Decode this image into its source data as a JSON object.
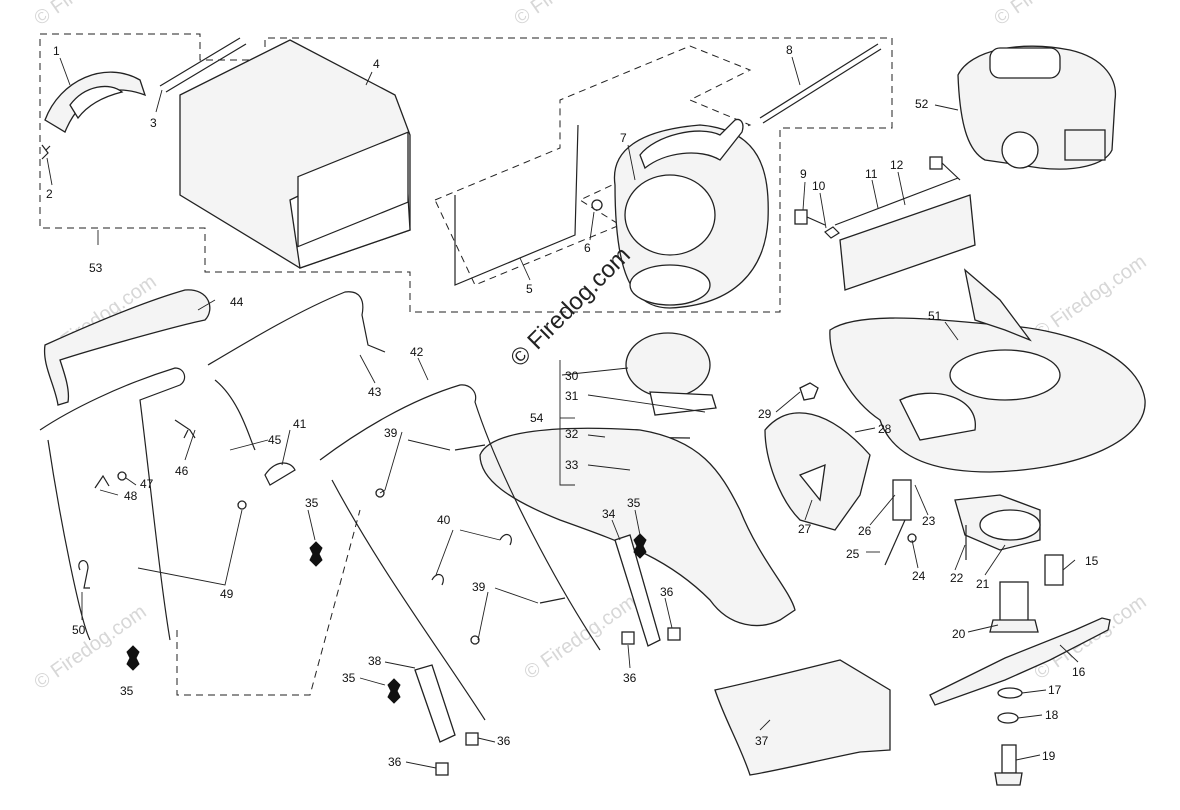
{
  "watermark": {
    "center": "© Firedog.com",
    "tile": "© Firedog.com"
  },
  "parts": [
    {
      "id": "1",
      "label": "1"
    },
    {
      "id": "2",
      "label": "2"
    },
    {
      "id": "3",
      "label": "3"
    },
    {
      "id": "4",
      "label": "4"
    },
    {
      "id": "5",
      "label": "5"
    },
    {
      "id": "6",
      "label": "6"
    },
    {
      "id": "7",
      "label": "7"
    },
    {
      "id": "8",
      "label": "8"
    },
    {
      "id": "9",
      "label": "9"
    },
    {
      "id": "10",
      "label": "10"
    },
    {
      "id": "11",
      "label": "11"
    },
    {
      "id": "12",
      "label": "12"
    },
    {
      "id": "15",
      "label": "15"
    },
    {
      "id": "16",
      "label": "16"
    },
    {
      "id": "17",
      "label": "17"
    },
    {
      "id": "18",
      "label": "18"
    },
    {
      "id": "19",
      "label": "19"
    },
    {
      "id": "20",
      "label": "20"
    },
    {
      "id": "21",
      "label": "21"
    },
    {
      "id": "22",
      "label": "22"
    },
    {
      "id": "23",
      "label": "23"
    },
    {
      "id": "24",
      "label": "24"
    },
    {
      "id": "25",
      "label": "25"
    },
    {
      "id": "26",
      "label": "26"
    },
    {
      "id": "27",
      "label": "27"
    },
    {
      "id": "28",
      "label": "28"
    },
    {
      "id": "29",
      "label": "29"
    },
    {
      "id": "30",
      "label": "30"
    },
    {
      "id": "31",
      "label": "31"
    },
    {
      "id": "32",
      "label": "32"
    },
    {
      "id": "33",
      "label": "33"
    },
    {
      "id": "34",
      "label": "34"
    },
    {
      "id": "35a",
      "label": "35"
    },
    {
      "id": "35b",
      "label": "35"
    },
    {
      "id": "35c",
      "label": "35"
    },
    {
      "id": "35d",
      "label": "35"
    },
    {
      "id": "36a",
      "label": "36"
    },
    {
      "id": "36b",
      "label": "36"
    },
    {
      "id": "36c",
      "label": "36"
    },
    {
      "id": "36d",
      "label": "36"
    },
    {
      "id": "37",
      "label": "37"
    },
    {
      "id": "38",
      "label": "38"
    },
    {
      "id": "39a",
      "label": "39"
    },
    {
      "id": "39b",
      "label": "39"
    },
    {
      "id": "40",
      "label": "40"
    },
    {
      "id": "41",
      "label": "41"
    },
    {
      "id": "42",
      "label": "42"
    },
    {
      "id": "43",
      "label": "43"
    },
    {
      "id": "44",
      "label": "44"
    },
    {
      "id": "45",
      "label": "45"
    },
    {
      "id": "46",
      "label": "46"
    },
    {
      "id": "47",
      "label": "47"
    },
    {
      "id": "48",
      "label": "48"
    },
    {
      "id": "49",
      "label": "49"
    },
    {
      "id": "50",
      "label": "50"
    },
    {
      "id": "51",
      "label": "51"
    },
    {
      "id": "52",
      "label": "52"
    },
    {
      "id": "53",
      "label": "53"
    },
    {
      "id": "54",
      "label": "54"
    }
  ]
}
